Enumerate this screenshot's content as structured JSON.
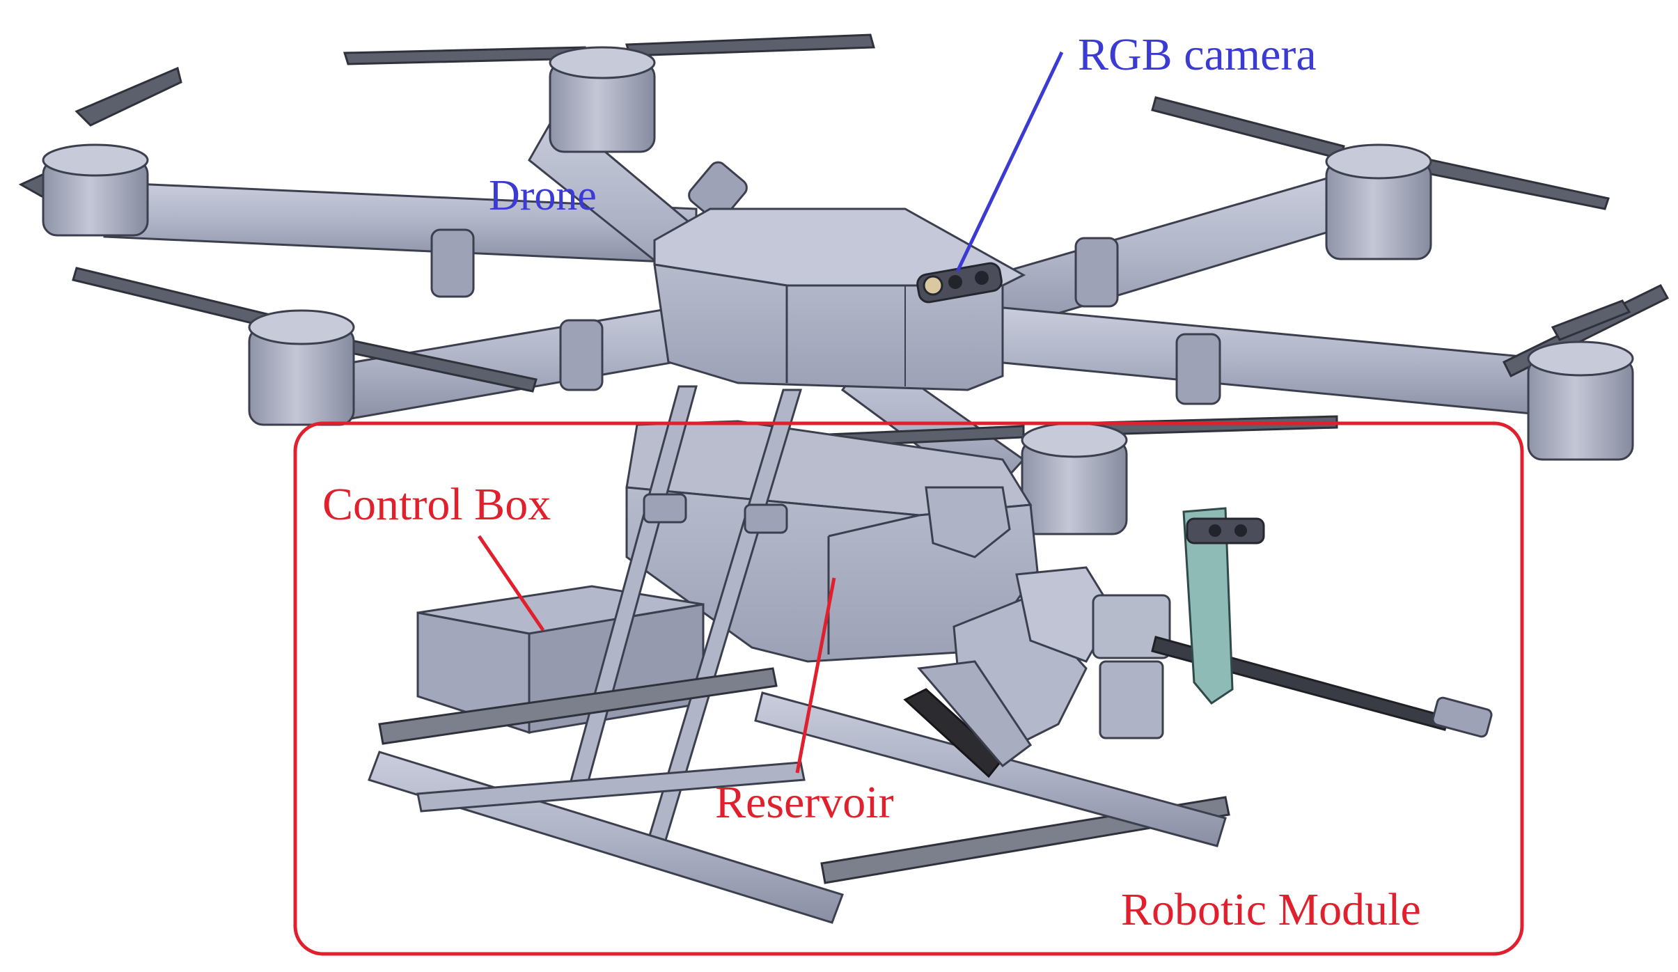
{
  "colors": {
    "body": "#aeb3c6",
    "body_light": "#c4c8d8",
    "body_dark": "#7f8499",
    "edge": "#3c3f4e",
    "blade": "#5c5f6c",
    "rail": "#7c7f8c",
    "gripper": "#2b2b30",
    "sensor_mount": "#8fbbb7",
    "blue_label": "#3b3bd4",
    "red_label": "#e0202c"
  },
  "labels": {
    "rgb_camera": "RGB camera",
    "drone": "Drone",
    "control_box": "Control Box",
    "reservoir": "Reservoir",
    "robotic_module": "Robotic Module"
  }
}
